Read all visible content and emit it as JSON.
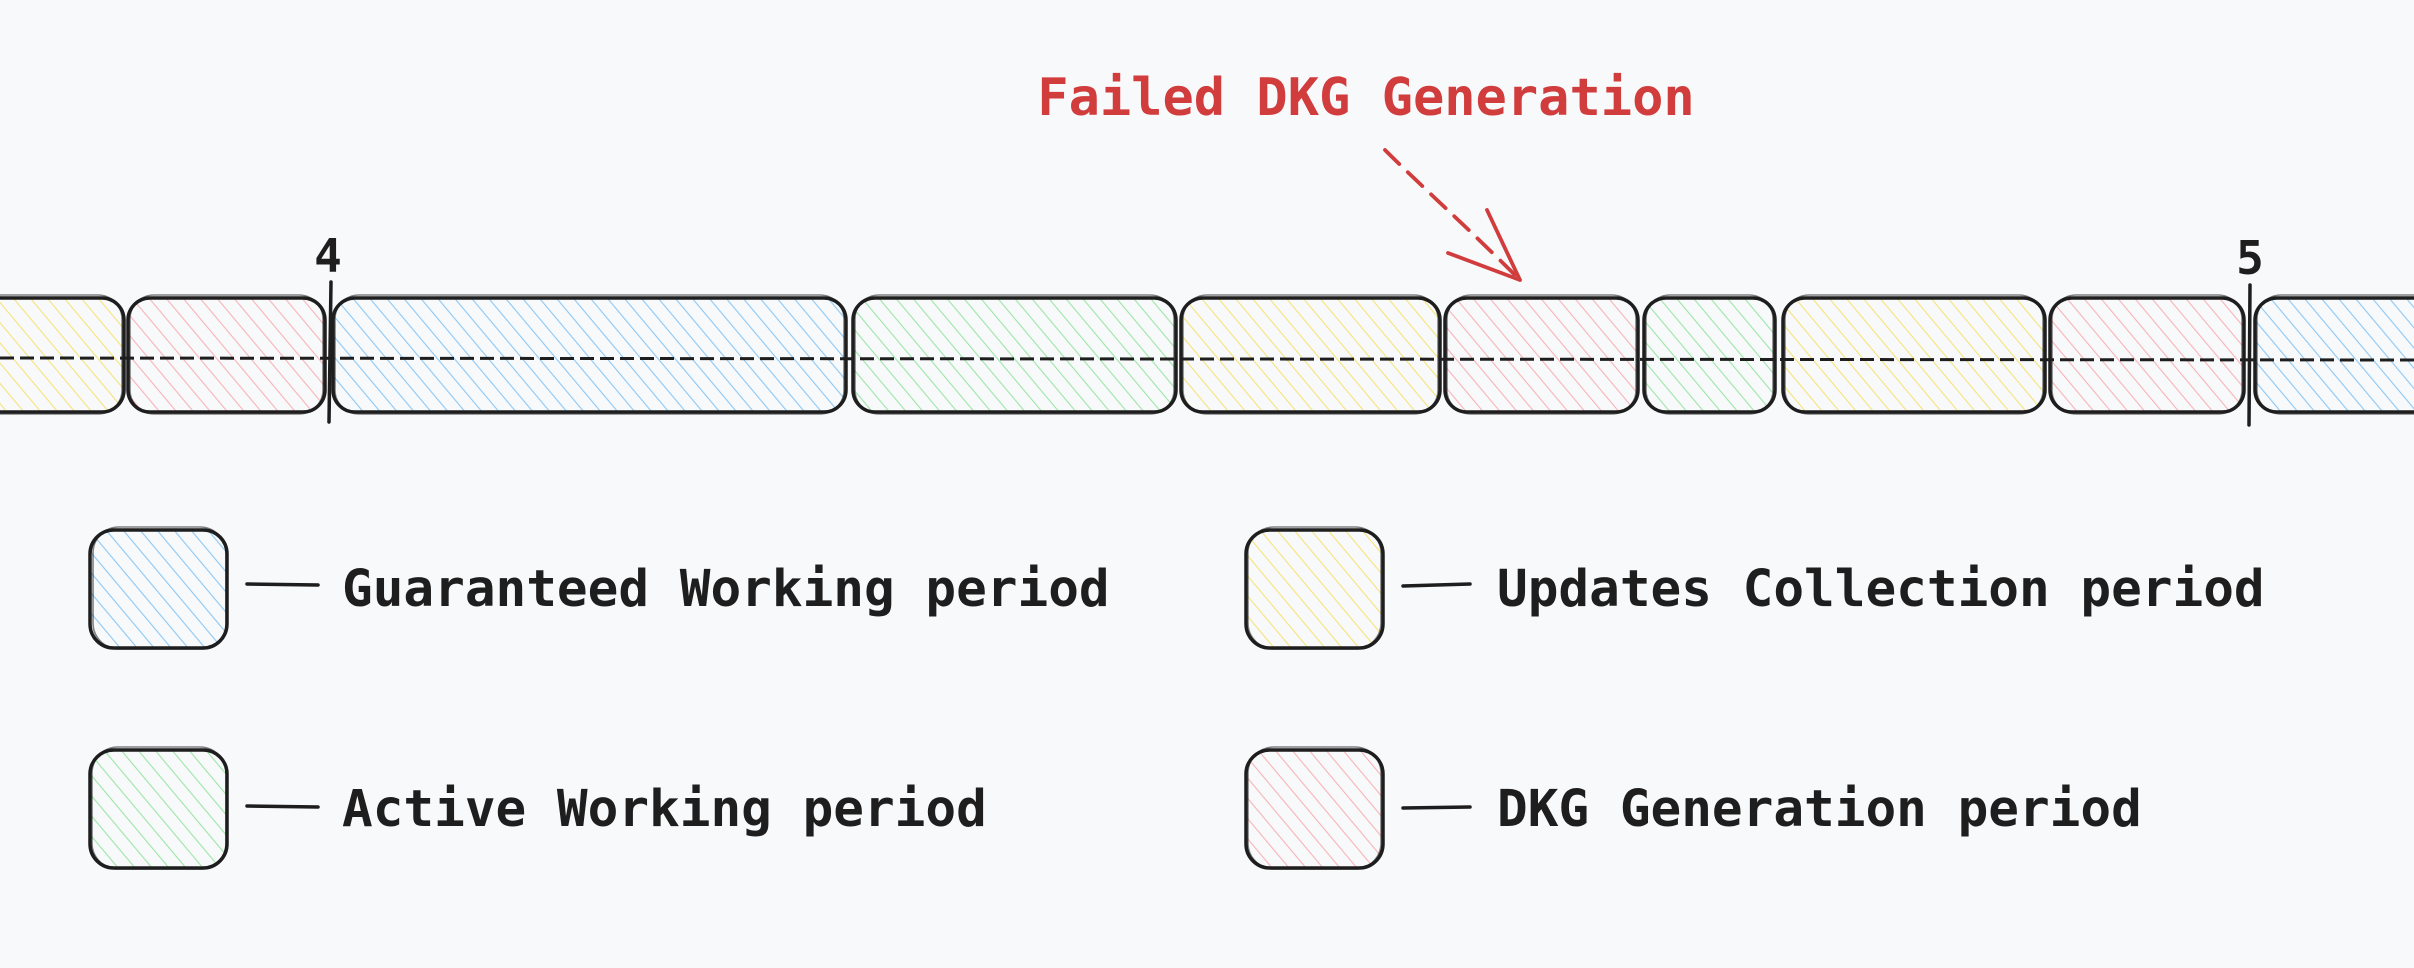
{
  "annotation": {
    "label": "Failed DKG Generation",
    "color": "#d13c3c"
  },
  "timeline": {
    "boundaries": [
      {
        "label": "4"
      },
      {
        "label": "5"
      }
    ],
    "segments": [
      {
        "period": "updates"
      },
      {
        "period": "dkg"
      },
      {
        "period": "guaranteed"
      },
      {
        "period": "active"
      },
      {
        "period": "updates"
      },
      {
        "period": "dkg",
        "note": "failed"
      },
      {
        "period": "active"
      },
      {
        "period": "updates"
      },
      {
        "period": "dkg"
      },
      {
        "period": "guaranteed"
      }
    ]
  },
  "legend": {
    "items": [
      {
        "key": "guaranteed",
        "label": "Guaranteed Working period",
        "color": "#a5d8ff"
      },
      {
        "key": "updates",
        "label": "Updates Collection period",
        "color": "#ffec99"
      },
      {
        "key": "active",
        "label": "Active Working period",
        "color": "#b2f2bb"
      },
      {
        "key": "dkg",
        "label": "DKG Generation period",
        "color": "#ffc9c9"
      }
    ]
  }
}
